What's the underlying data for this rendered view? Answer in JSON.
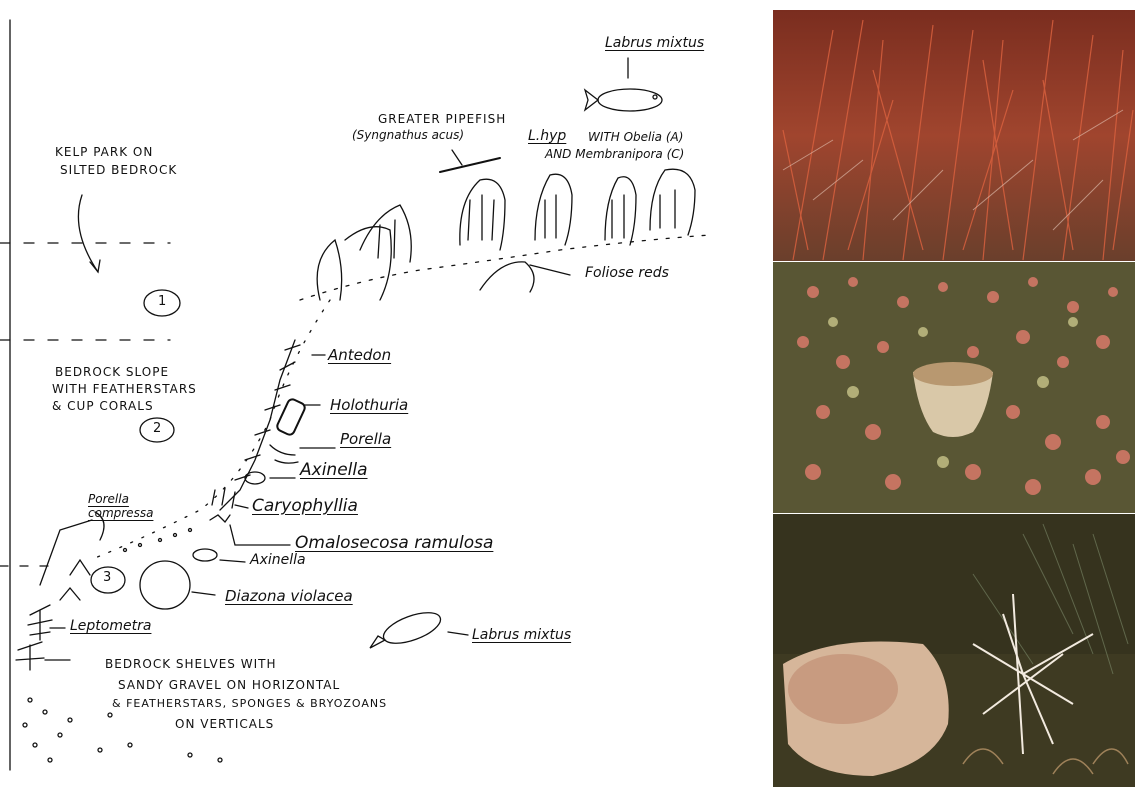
{
  "labels": {
    "labrus_top": "Labrus mixtus",
    "pipefish": "GREATER PIPEFISH",
    "pipefish_latin": "(Syngnathus acus)",
    "lhyp": "L.hyp",
    "obelia": "WITH Obelia (A)",
    "membranipora": "AND Membranipora (C)",
    "kelp_park": "KELP PARK ON",
    "silted": "SILTED BEDROCK",
    "foliose": "Foliose reds",
    "zone1": "1",
    "slope1": "BEDROCK SLOPE",
    "slope2": "WITH FEATHERSTARS",
    "slope3": "& CUP CORALS",
    "zone2": "2",
    "antedon": "Antedon",
    "holothuria": "Holothuria",
    "porella": "Porella",
    "axinella1": "Axinella",
    "caryophyllia": "Caryophyllia",
    "porella_c1": "Porella",
    "porella_c2": "compressa",
    "omalosecosa": "Omalosecosa ramulosa",
    "axinella2": "Axinella",
    "zone3": "3",
    "diazona": "Diazona violacea",
    "leptometra": "Leptometra",
    "labrus_bottom": "Labrus mixtus",
    "shelves1": "BEDROCK SHELVES WITH",
    "shelves2": "SANDY GRAVEL ON HORIZONTAL",
    "shelves3": "& FEATHERSTARS, SPONGES & BRYOZOANS",
    "shelves4": "ON VERTICALS"
  },
  "colors": {
    "ink": "#111111",
    "photo1_bg": "#8a3a2a",
    "photo2_bg": "#5c5a36",
    "photo3_bg": "#3e3a22"
  }
}
